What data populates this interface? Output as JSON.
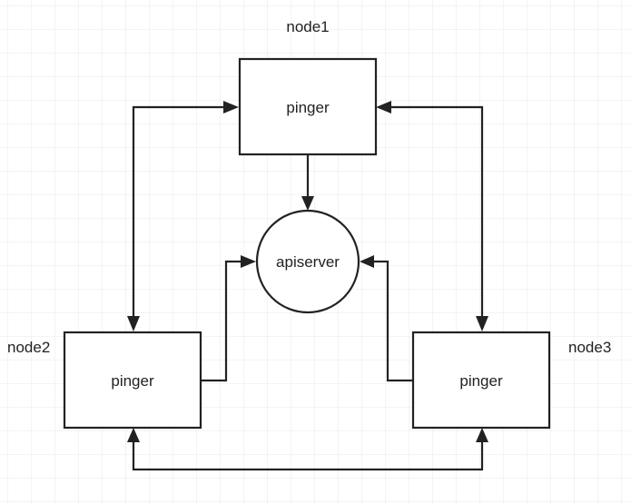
{
  "diagram": {
    "nodes": {
      "node1": {
        "caption": "node1",
        "box_label": "pinger"
      },
      "node2": {
        "caption": "node2",
        "box_label": "pinger"
      },
      "node3": {
        "caption": "node3",
        "box_label": "pinger"
      }
    },
    "center": {
      "label": "apiserver"
    },
    "edges": [
      {
        "from": "node1.pinger",
        "to": "apiserver",
        "direction": "one-way"
      },
      {
        "from": "node2.pinger",
        "to": "apiserver",
        "direction": "one-way"
      },
      {
        "from": "node3.pinger",
        "to": "apiserver",
        "direction": "one-way"
      },
      {
        "from": "node1.pinger",
        "to": "node2.pinger",
        "direction": "two-way"
      },
      {
        "from": "node1.pinger",
        "to": "node3.pinger",
        "direction": "two-way"
      },
      {
        "from": "node2.pinger",
        "to": "node3.pinger",
        "direction": "two-way"
      }
    ]
  },
  "colors": {
    "background": "#ffffff",
    "grid": "#e9e9e9",
    "stroke": "#222222",
    "text": "#222222"
  }
}
